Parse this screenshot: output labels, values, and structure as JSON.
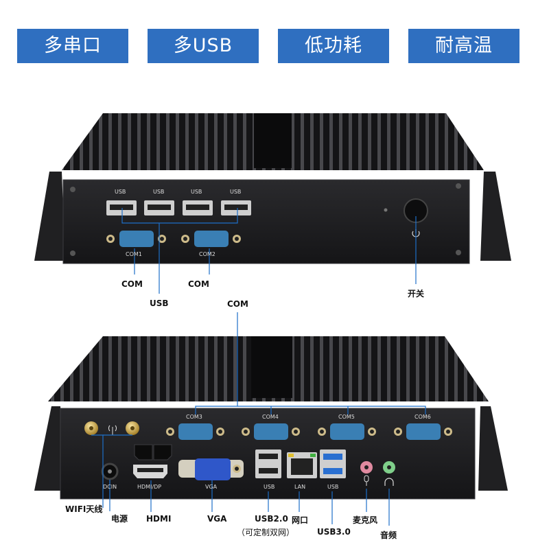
{
  "features": [
    "多串口",
    "多USB",
    "低功耗",
    "耐高温"
  ],
  "front_panel": {
    "port_labels": [
      "USB",
      "USB",
      "USB",
      "USB"
    ],
    "com_labels": [
      "COM1",
      "COM2"
    ]
  },
  "front_callouts": {
    "com_left": "COM",
    "com_right": "COM",
    "usb": "USB",
    "power": "开关"
  },
  "rear_panel": {
    "com_labels": [
      "COM3",
      "COM4",
      "COM5",
      "COM6"
    ],
    "dcin": "DCIN",
    "hdmi_dp": "HDMI/DP",
    "vga": "VGA",
    "usb_left": "USB",
    "lan": "LAN",
    "usb_right": "USB"
  },
  "rear_callouts": {
    "com": "COM",
    "wifi": "WIFI天线",
    "power": "电源",
    "hdmi": "HDMI",
    "vga": "VGA",
    "usb2": "USB2.0",
    "usb2_note": "（可定制双网）",
    "lan": "网口",
    "usb3": "USB3.0",
    "mic": "麦克风",
    "audio": "音频"
  },
  "colors": {
    "tag_blue": "#2f6fc0",
    "chassis": "#1c1c1e",
    "com_blue": "#3a7fb4",
    "usb3_blue": "#2a6fd0",
    "mic_pink": "#e08aa0",
    "audio_green": "#7fcf8a"
  }
}
